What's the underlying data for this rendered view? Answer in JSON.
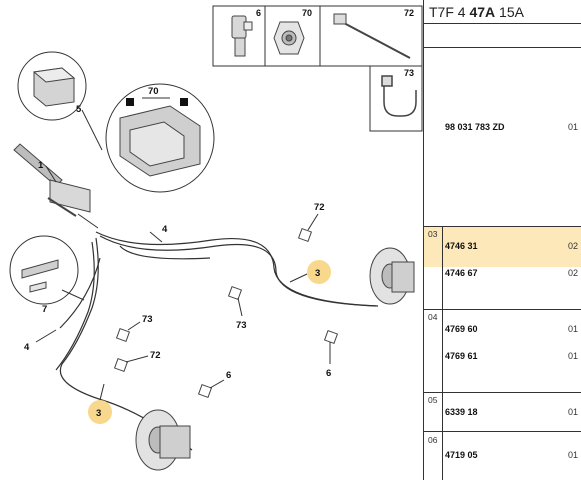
{
  "callouts": {
    "n1": "1",
    "n3a": "3",
    "n3b": "3",
    "n4a": "4",
    "n4b": "4",
    "n5": "5",
    "n6a": "6",
    "n6b": "6",
    "n6box": "6",
    "n7": "7",
    "n70box": "70",
    "n70detail": "70",
    "n72box": "72",
    "n72a": "72",
    "n72b": "72",
    "n73box": "73",
    "n73a": "73",
    "n73b": "73"
  },
  "panel": {
    "ref": {
      "prefix": "T7F 4 ",
      "bold": "47A",
      "suffix": " 15A"
    },
    "rows": [
      {
        "index": "",
        "part": "98 031 783 ZD",
        "qty": "01",
        "highlight": false
      },
      {
        "index": "03",
        "part": "4746 31",
        "qty": "02",
        "highlight": true
      },
      {
        "index": "",
        "part": "4746 67",
        "qty": "02",
        "highlight": false
      },
      {
        "index": "04",
        "part": "4769 60",
        "qty": "01",
        "highlight": false
      },
      {
        "index": "",
        "part": "4769 61",
        "qty": "01",
        "highlight": false
      },
      {
        "index": "05",
        "part": "6339 18",
        "qty": "01",
        "highlight": false
      },
      {
        "index": "06",
        "part": "4719 05",
        "qty": "01",
        "highlight": false
      }
    ]
  },
  "colors": {
    "highlight": "#fce8b8",
    "callout_marker": "#f7d88c",
    "line": "#333333"
  }
}
